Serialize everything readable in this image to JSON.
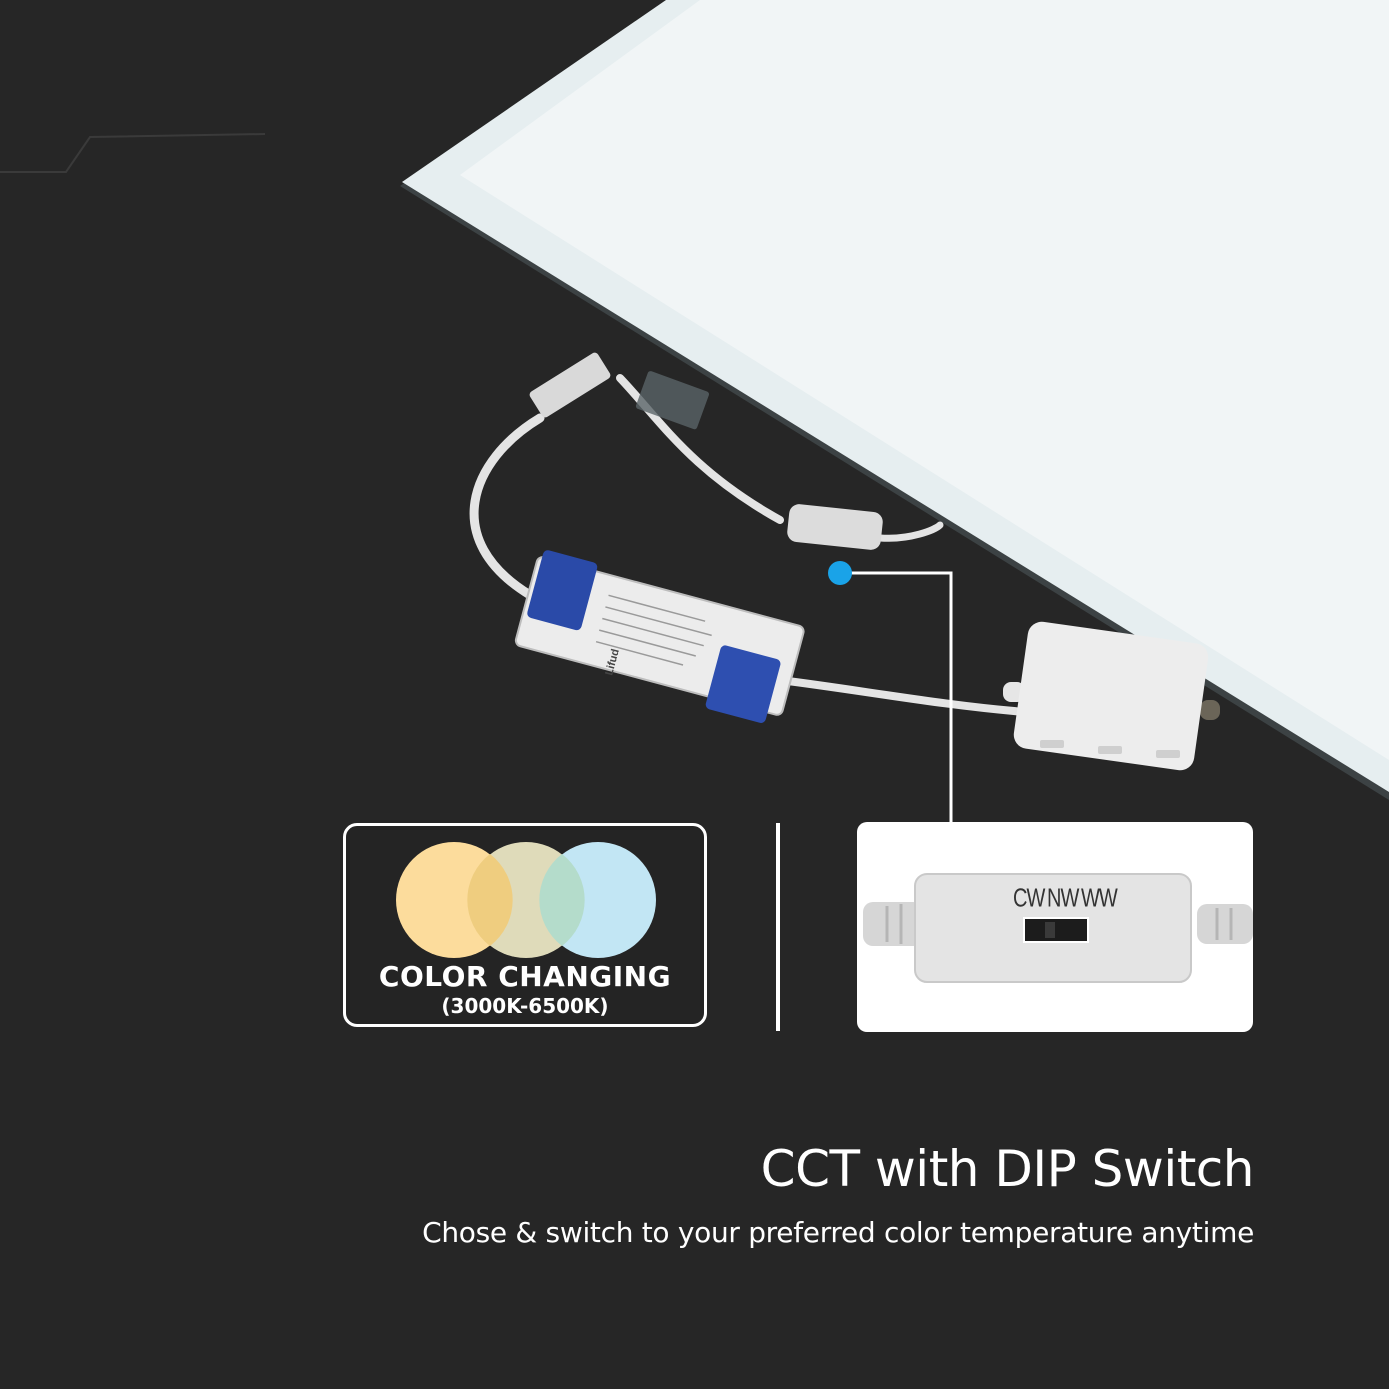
{
  "colors": {
    "background": "#262626",
    "panel": "#eef3f4",
    "accent_dot": "#1aa3e8",
    "warm": "#fcdc9c",
    "neutral": "#f0ecc8",
    "cool": "#c2e6f4"
  },
  "color_changing": {
    "title": "COLOR CHANGING",
    "range": "(3000K-6500K)",
    "circles": [
      "warm-white",
      "natural-white",
      "cool-white"
    ]
  },
  "dip_switch": {
    "labels": [
      "CW",
      "NW",
      "WW"
    ]
  },
  "driver": {
    "brand": "Lifud"
  },
  "headline": "CCT with DIP Switch",
  "subheadline": "Chose & switch to your preferred color temperature anytime"
}
